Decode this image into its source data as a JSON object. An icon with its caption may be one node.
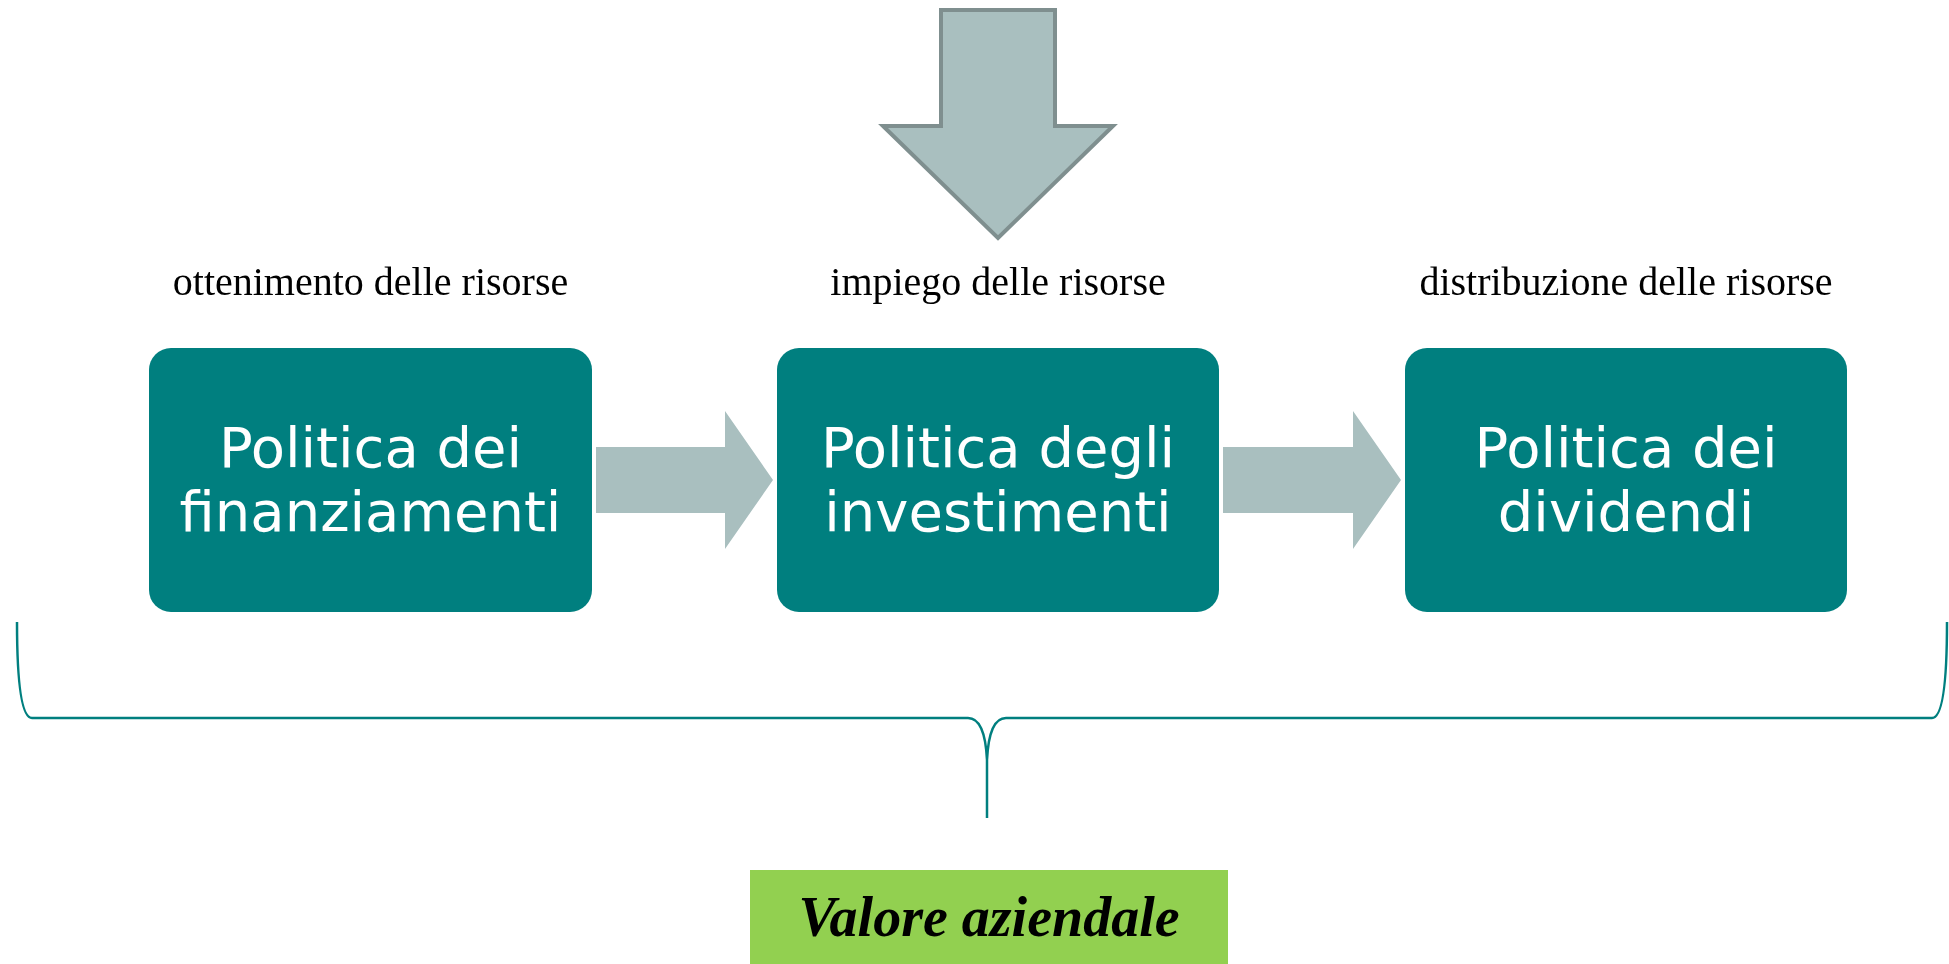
{
  "diagram": {
    "nodes": [
      {
        "text": [
          "ottenimento delle risorse",
          "Politica dei finanziamenti"
        ]
      },
      {
        "text": [
          "impiego delle risorse",
          "Politica degli investimenti"
        ]
      },
      {
        "text": [
          "distribuzione delle risorse",
          "Politica dei dividendi"
        ]
      },
      {
        "text": [
          "Valore aziendale"
        ]
      }
    ],
    "edges": [
      {
        "from": null,
        "to": 1,
        "arrow": "to"
      },
      {
        "from": 0,
        "to": 1,
        "arrow": "to"
      },
      {
        "from": 1,
        "to": 2,
        "arrow": "to"
      }
    ]
  }
}
